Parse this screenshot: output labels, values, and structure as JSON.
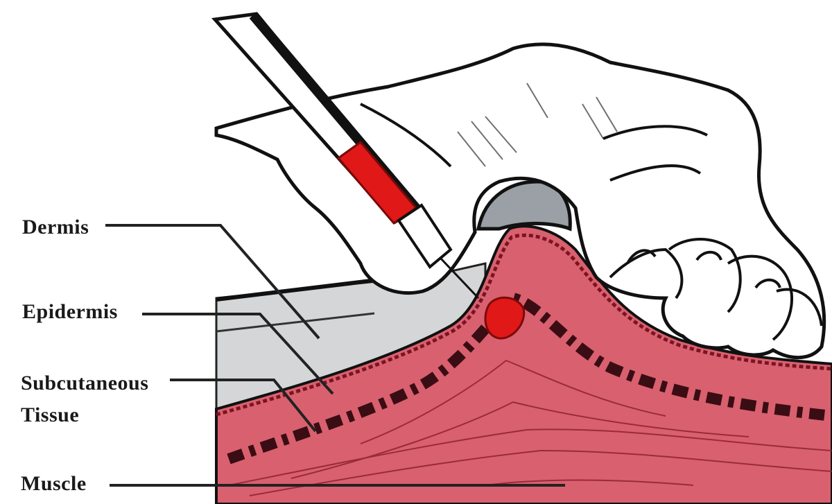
{
  "labels": {
    "dermis": "Dermis",
    "epidermis": "Epidermis",
    "subcutaneous_line1": "Subcutaneous",
    "subcutaneous_line2": "Tissue",
    "muscle": "Muscle"
  },
  "colors": {
    "tissue": "#d9606e",
    "tissue_dark": "#8a1f2c",
    "fat_band": "#3a0d14",
    "syringe_fluid": "#e01818",
    "bleb": "#9aa0a6",
    "outline": "#111111",
    "background_fill": "#cfd2d4"
  }
}
